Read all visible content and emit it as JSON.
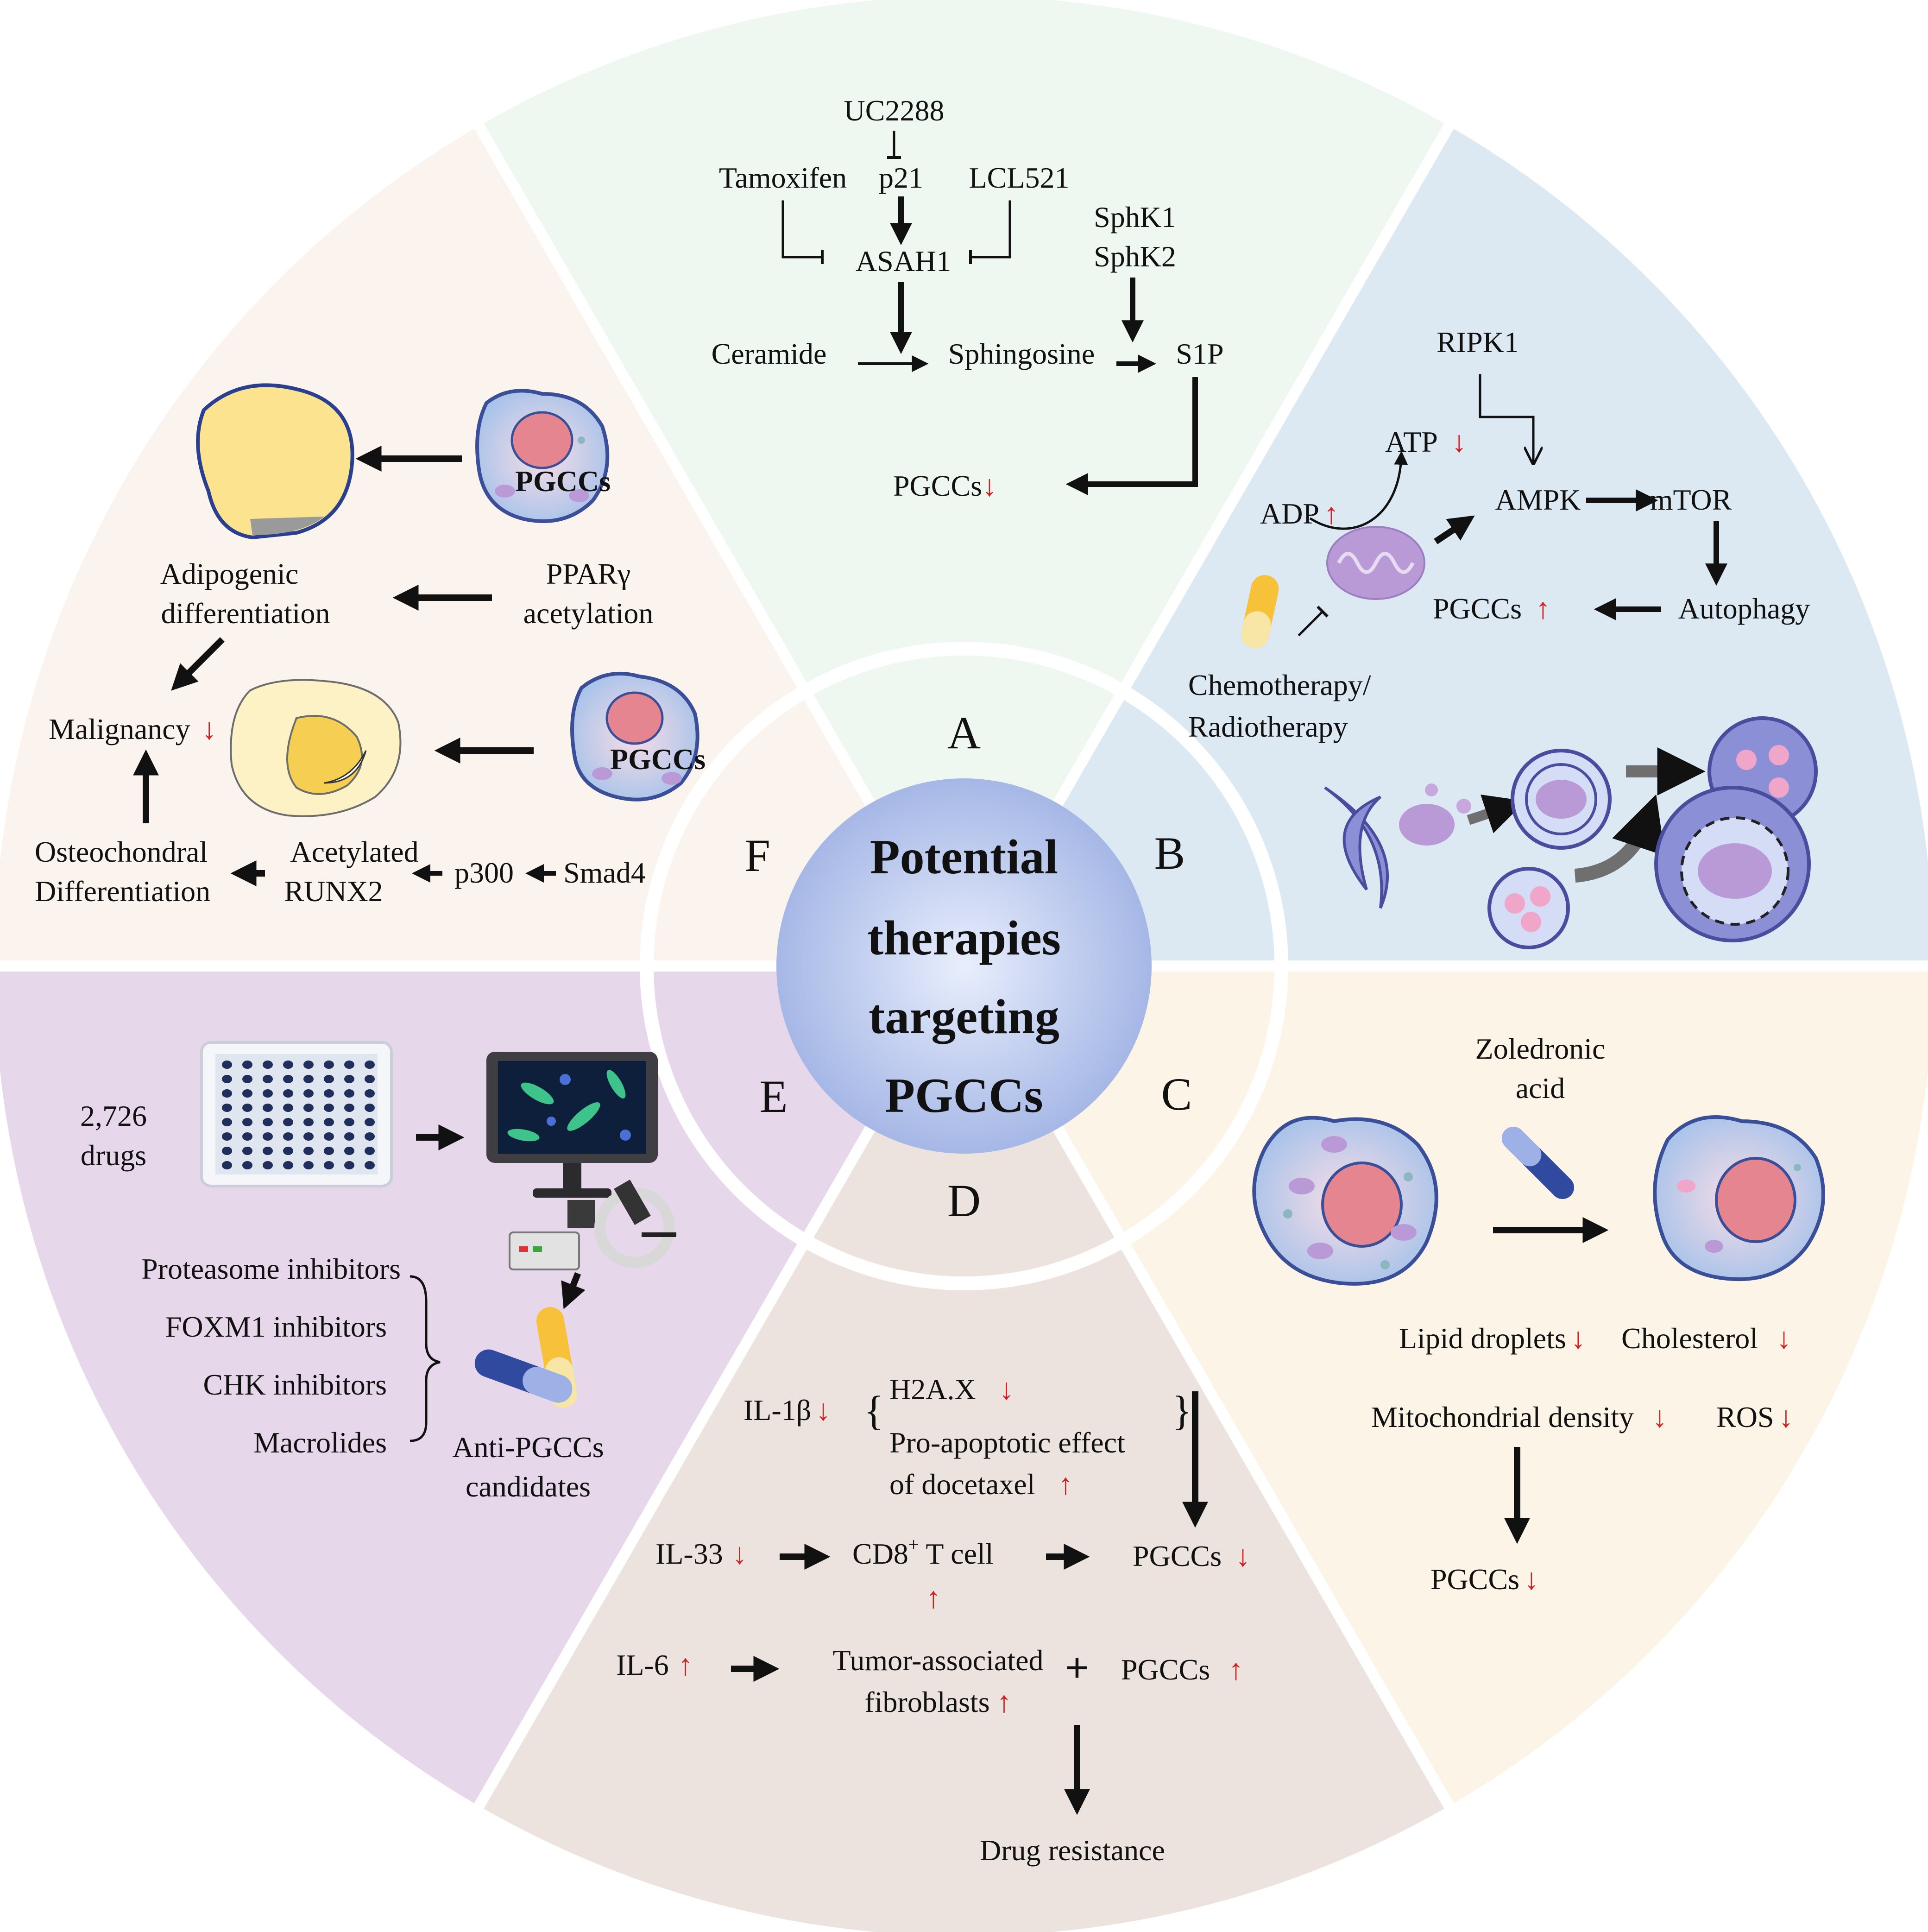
{
  "center": {
    "lines": [
      "Potential",
      "therapies",
      "targeting",
      "PGCCs"
    ]
  },
  "colors": {
    "A": "#eef7f0",
    "B": "#dde9f2",
    "C": "#fcf4e6",
    "D": "#ece3de",
    "E": "#e6d7ea",
    "F": "#fbf3ed",
    "hub": "#b9c6ec",
    "arrow_red": "#d3201f"
  },
  "sections": {
    "A": {
      "letter": "A",
      "uc2288": "UC2288",
      "tamoxifen": "Tamoxifen",
      "p21": "p21",
      "lcl521": "LCL521",
      "asah1": "ASAH1",
      "sphk1": "SphK1",
      "sphk2": "SphK2",
      "ceramide": "Ceramide",
      "sphingosine": "Sphingosine",
      "s1p": "S1P",
      "pgccs": "PGCCs",
      "pgccs_arrow": "↓"
    },
    "B": {
      "letter": "B",
      "ripk1": "RIPK1",
      "atp": "ATP",
      "atp_arrow": "↓",
      "adp": "ADP",
      "adp_arrow": "↑",
      "ampk": "AMPK",
      "mtor": "mTOR",
      "pgccs": "PGCCs",
      "pgccs_arrow": "↑",
      "autophagy": "Autophagy",
      "chemo1": "Chemotherapy/",
      "chemo2": "Radiotherapy"
    },
    "C": {
      "letter": "C",
      "zol1": "Zoledronic",
      "zol2": "acid",
      "lipid": "Lipid droplets",
      "lipid_arrow": "↓",
      "chol": "Cholesterol",
      "chol_arrow": "↓",
      "mito": "Mitochondrial density",
      "mito_arrow": "↓",
      "ros": "ROS",
      "ros_arrow": "↓",
      "pgccs": "PGCCs",
      "pgccs_arrow": "↓"
    },
    "D": {
      "letter": "D",
      "il1b": "IL-1β",
      "il1b_arrow": "↓",
      "h2ax": "H2A.X",
      "h2ax_arrow": "↓",
      "proapo1": "Pro-apoptotic effect",
      "proapo2": "of docetaxel",
      "proapo_arrow": "↑",
      "il33": "IL-33",
      "il33_arrow": "↓",
      "cd8": "CD8",
      "cd8_sup": "+",
      "tcell": " T cell",
      "cd8_arrow": "↑",
      "pgccs1": "PGCCs",
      "pgccs1_arrow": "↓",
      "il6": "IL-6",
      "il6_arrow": "↑",
      "taf1": "Tumor-associated",
      "taf2": "fibroblasts",
      "taf_arrow": "↑",
      "plus": "+",
      "pgccs2": "PGCCs",
      "pgccs2_arrow": "↑",
      "resistance": "Drug resistance"
    },
    "E": {
      "letter": "E",
      "drugs1": "2,726",
      "drugs2": "drugs",
      "classes": [
        "Proteasome inhibitors",
        "FOXM1 inhibitors",
        "CHK inhibitors",
        "Macrolides"
      ],
      "cand1": "Anti-PGCCs",
      "cand2": "candidates"
    },
    "F": {
      "letter": "F",
      "cell_label": "PGCCs",
      "adipo1": "Adipogenic",
      "adipo2": "differentiation",
      "ppar1": "PPARγ",
      "ppar2": "acetylation",
      "malignancy": "Malignancy",
      "malignancy_arrow": "↓",
      "osteo1": "Osteochondral",
      "osteo2": "Differentiation",
      "acet1": "Acetylated",
      "acet2": "RUNX2",
      "p300": "p300",
      "smad4": "Smad4"
    }
  }
}
